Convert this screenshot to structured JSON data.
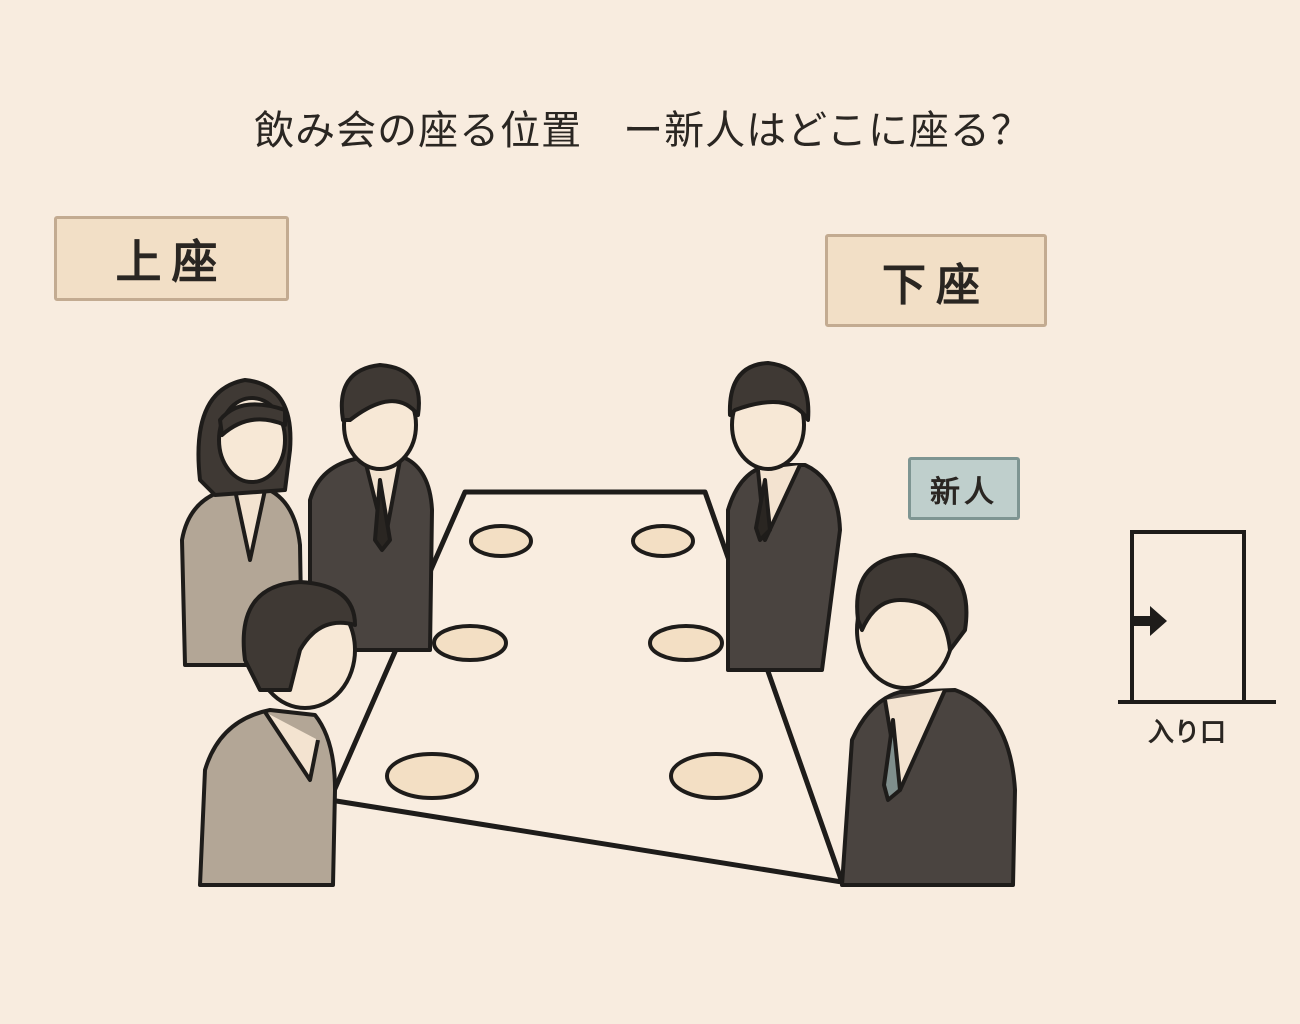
{
  "title": "飲み会の座る位置　ー新人はどこに座る？",
  "labels": {
    "upper_seat": "上座",
    "lower_seat": "下座",
    "newcomer": "新人",
    "entrance": "入り口"
  },
  "colors": {
    "background": "#f8ecdf",
    "label_fill": "#f2dfc6",
    "newcomer_fill": "#bfcfcc",
    "dark_suit": "#4a4440",
    "light_suit": "#b3a696"
  }
}
